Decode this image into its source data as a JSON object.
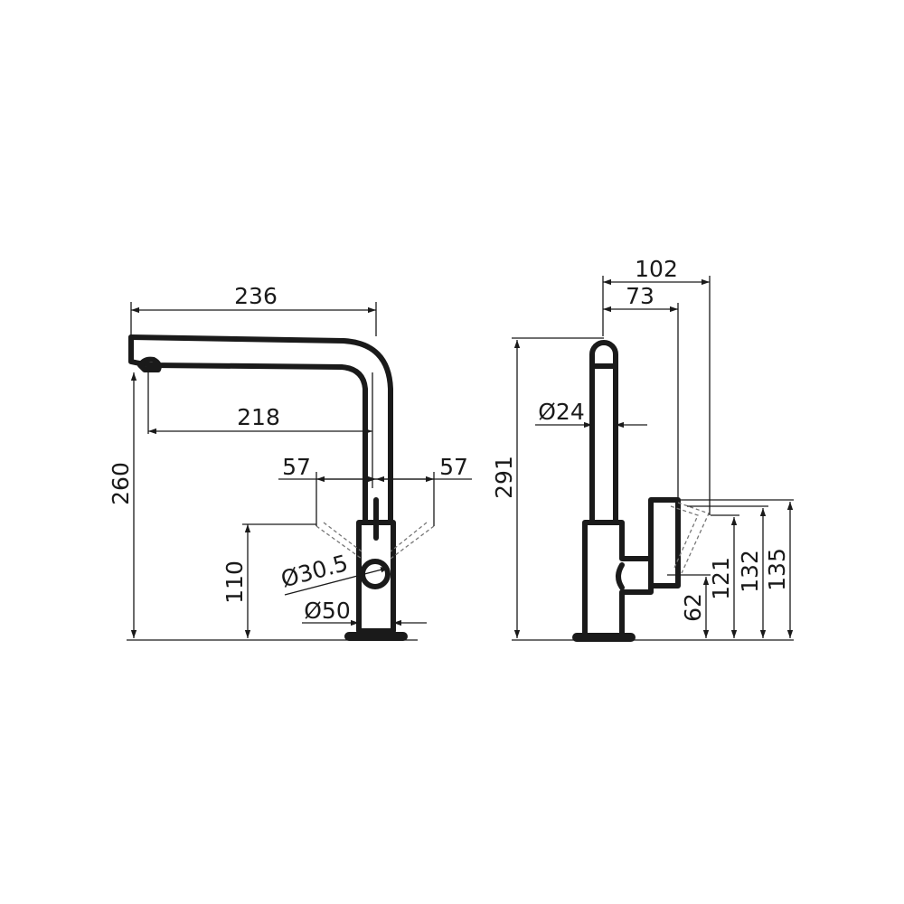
{
  "front_view": {
    "dim_total_reach": "236",
    "dim_spout_reach": "218",
    "dim_height": "260",
    "dim_handle_left": "57",
    "dim_handle_right": "57",
    "dim_handle_height": "110",
    "dim_body_diameter": "Ø30.5",
    "dim_base_diameter": "Ø50"
  },
  "side_view": {
    "dim_depth_total": "102",
    "dim_depth_lever": "73",
    "dim_spout_diameter": "Ø24",
    "dim_height": "291",
    "dim_62": "62",
    "dim_121": "121",
    "dim_132": "132",
    "dim_135": "135"
  }
}
